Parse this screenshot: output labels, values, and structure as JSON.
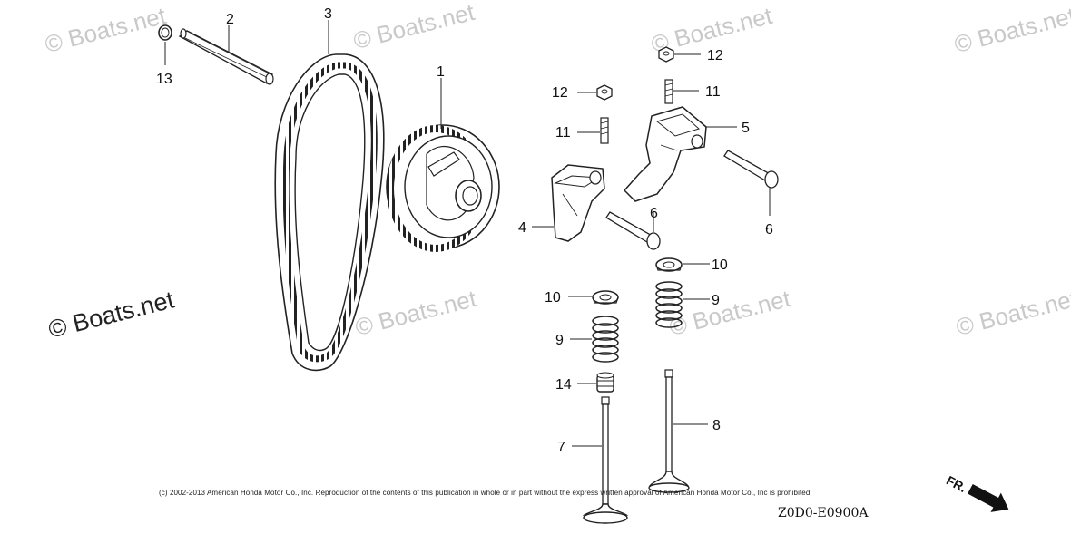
{
  "watermarks": [
    "© Boats.net",
    "© Boats.net",
    "© Boats.net",
    "© Boats.net",
    "© Boats.net",
    "© Boats.net",
    "© Boats.net",
    "© Boats.net"
  ],
  "callouts": {
    "shaft_2": "2",
    "belt_3": "3",
    "washer_13": "13",
    "pulley_1": "1",
    "nut_12_right": "12",
    "nut_12_left": "12",
    "stud_11_right": "11",
    "stud_11_left": "11",
    "rocker_5": "5",
    "pin_6_right": "6",
    "pin_6_left": "6",
    "rocker_4": "4",
    "retainer_10_right": "10",
    "retainer_10_left": "10",
    "spring_9_right": "9",
    "spring_9_left": "9",
    "seal_14": "14",
    "valve_8": "8",
    "valve_7": "7"
  },
  "copyright": "(c) 2002-2013 American Honda Motor Co., Inc. Reproduction of the contents of this publication in whole or in part without the express written approval of American Honda Motor Co., Inc is prohibited.",
  "diagram_code": "Z0D0-E0900A",
  "direction_label": "FR."
}
